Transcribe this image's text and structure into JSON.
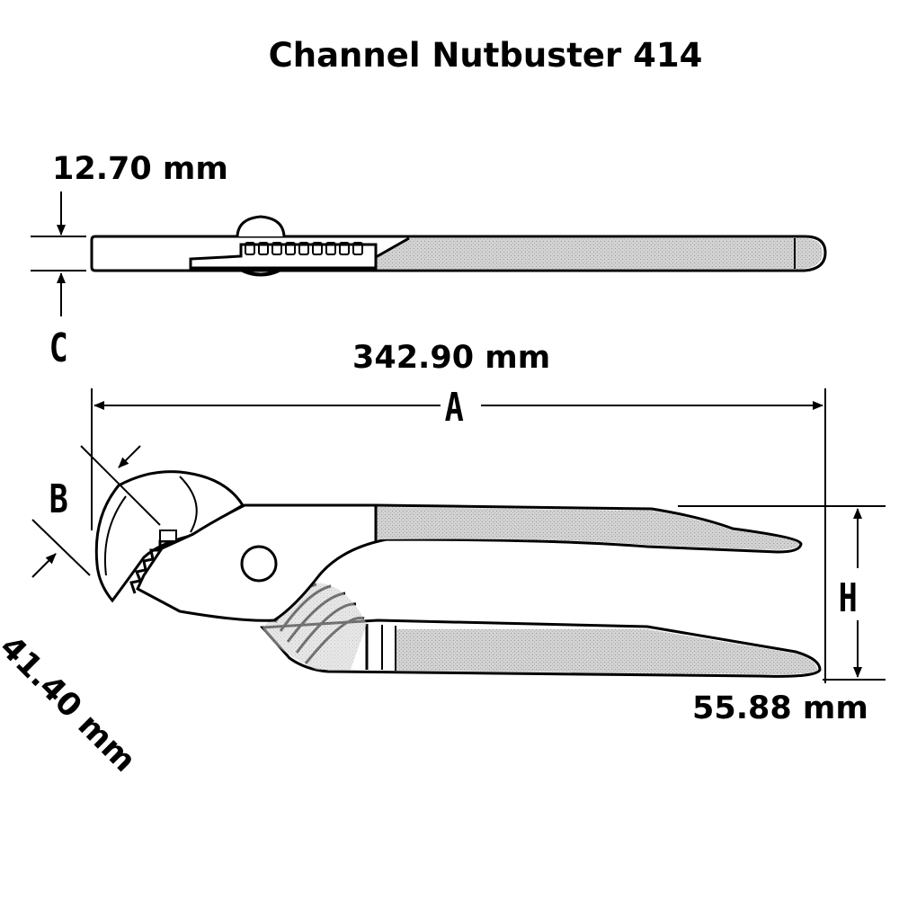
{
  "title": "Channel Nutbuster 414",
  "dimensions": {
    "A": {
      "letter": "A",
      "value": "342.90 mm"
    },
    "B": {
      "letter": "B",
      "value": "41.40 mm"
    },
    "C": {
      "letter": "C",
      "value": "12.70 mm"
    },
    "H": {
      "letter": "H",
      "value": "55.88 mm"
    }
  },
  "colors": {
    "ink": "#000000",
    "grip": "#d2d2d2",
    "paper": "#ffffff"
  }
}
